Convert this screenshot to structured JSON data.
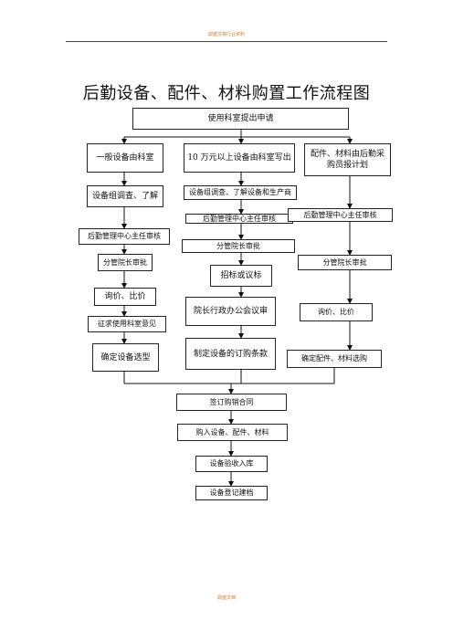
{
  "header": {
    "text": "鼎盛文档行业资料"
  },
  "footer": {
    "text": "鼎盛文档"
  },
  "title": "后勤设备、配件、材料购置工作流程图",
  "nodes": {
    "start": "使用科室提出申请",
    "left1": "一般设备由科室",
    "mid1": "10 万元以上设备由科室写出",
    "right1": "配件、材料由后勤采购员报计划",
    "left2": "设备组调查、了解",
    "mid2": "设备组调查、了解设备和生产商",
    "left3": "后勤管理中心主任审核",
    "mid3": "后勤管理中心主任审核",
    "right3": "后勤管理中心主任审核",
    "left4": "分管院长审批",
    "mid4": "分管院长审批",
    "right4": "分管院长审批",
    "left5": "询价、比价",
    "mid5": "招标或议标",
    "right5": "询价、比价",
    "left6": "征求使用科室意见",
    "mid6": "院长行政办公会议审",
    "left7": "确定设备选型",
    "mid7": "制定设备的订购条款",
    "right7": "确定配件、材料选购",
    "bottom1": "签订购销合同",
    "bottom2": "购入设备、配件、材料",
    "bottom3": "设备验收入库",
    "bottom4": "设备登记建档"
  }
}
